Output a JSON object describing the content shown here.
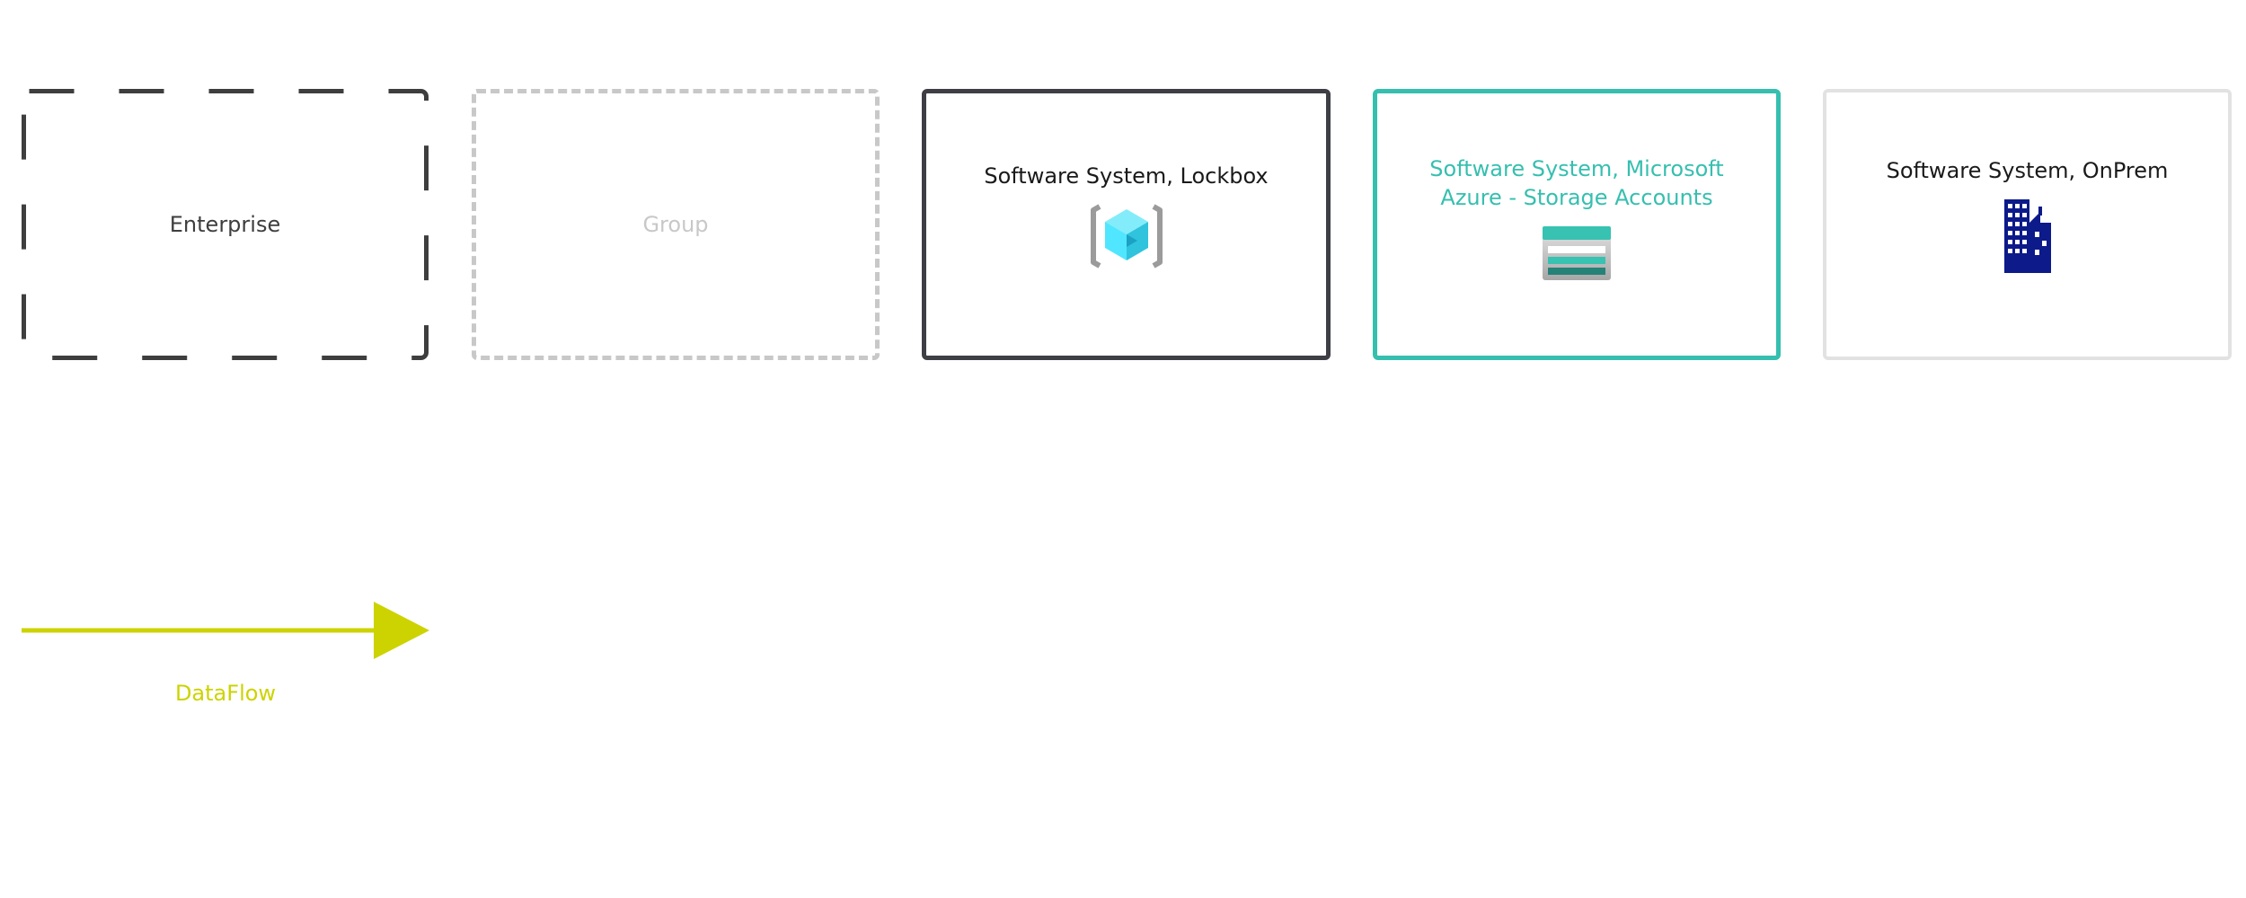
{
  "nodes": {
    "enterprise": {
      "label": "Enterprise",
      "color": "#3e3e3e"
    },
    "group": {
      "label": "Group",
      "color": "#c8c8c8"
    },
    "lockbox": {
      "label": "Software System, Lockbox",
      "color": "#1a1a1a",
      "icon": "lockbox-cube-icon"
    },
    "storage": {
      "label_line1": "Software System, Microsoft",
      "label_line2": "Azure - Storage Accounts",
      "color": "#36bfaf",
      "icon": "storage-account-icon"
    },
    "onprem": {
      "label": "Software System, OnPrem",
      "color": "#1a1a1a",
      "icon": "office-building-icon"
    }
  },
  "edges": {
    "dataflow": {
      "label": "DataFlow",
      "color": "#cdd300"
    }
  }
}
